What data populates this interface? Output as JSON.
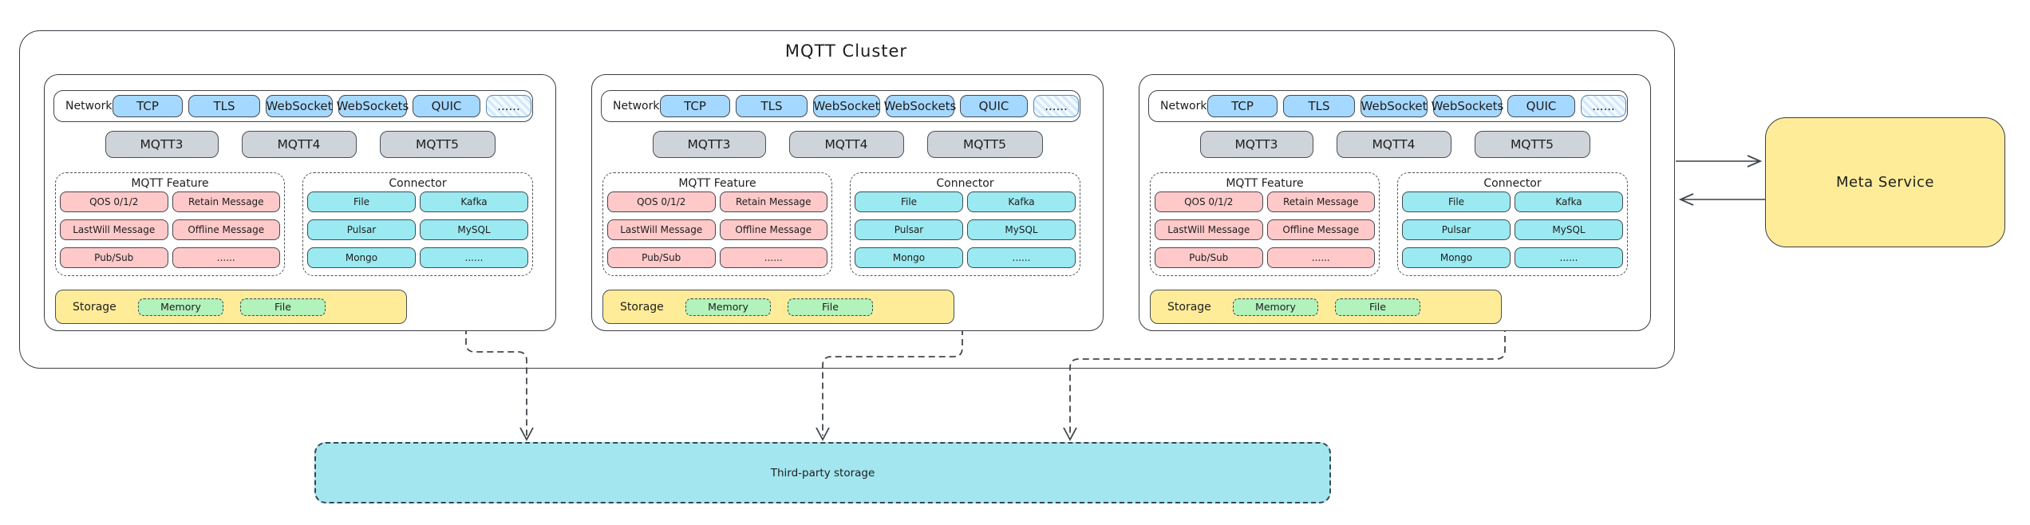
{
  "cluster": {
    "title": "MQTT Cluster",
    "nodes": [
      {
        "network": {
          "label": "Network",
          "protocols": [
            "TCP",
            "TLS",
            "WebSocket",
            "WebSockets",
            "QUIC"
          ],
          "more": "......"
        },
        "versions": [
          "MQTT3",
          "MQTT4",
          "MQTT5"
        ],
        "feature": {
          "title": "MQTT Feature",
          "items": [
            "QOS 0/1/2",
            "Retain Message",
            "LastWill Message",
            "Offline Message",
            "Pub/Sub",
            "......"
          ]
        },
        "connector": {
          "title": "Connector",
          "items": [
            "File",
            "Kafka",
            "Pulsar",
            "MySQL",
            "Mongo",
            "......"
          ]
        },
        "storage": {
          "label": "Storage",
          "items": [
            "Memory",
            "File"
          ]
        }
      },
      {
        "network": {
          "label": "Network",
          "protocols": [
            "TCP",
            "TLS",
            "WebSocket",
            "WebSockets",
            "QUIC"
          ],
          "more": "......"
        },
        "versions": [
          "MQTT3",
          "MQTT4",
          "MQTT5"
        ],
        "feature": {
          "title": "MQTT Feature",
          "items": [
            "QOS 0/1/2",
            "Retain Message",
            "LastWill Message",
            "Offline Message",
            "Pub/Sub",
            "......"
          ]
        },
        "connector": {
          "title": "Connector",
          "items": [
            "File",
            "Kafka",
            "Pulsar",
            "MySQL",
            "Mongo",
            "......"
          ]
        },
        "storage": {
          "label": "Storage",
          "items": [
            "Memory",
            "File"
          ]
        }
      },
      {
        "network": {
          "label": "Network",
          "protocols": [
            "TCP",
            "TLS",
            "WebSocket",
            "WebSockets",
            "QUIC"
          ],
          "more": "......"
        },
        "versions": [
          "MQTT3",
          "MQTT4",
          "MQTT5"
        ],
        "feature": {
          "title": "MQTT Feature",
          "items": [
            "QOS 0/1/2",
            "Retain Message",
            "LastWill Message",
            "Offline Message",
            "Pub/Sub",
            "......"
          ]
        },
        "connector": {
          "title": "Connector",
          "items": [
            "File",
            "Kafka",
            "Pulsar",
            "MySQL",
            "Mongo",
            "......"
          ]
        },
        "storage": {
          "label": "Storage",
          "items": [
            "Memory",
            "File"
          ]
        }
      }
    ]
  },
  "meta_service": {
    "label": "Meta Service"
  },
  "third_party_storage": {
    "label": "Third-party storage"
  },
  "colors": {
    "protocol_blue": "#a5d8ff",
    "version_gray": "#ced4da",
    "feature_pink": "#ffc9c9",
    "connector_cyan": "#9be9f1",
    "storage_yellow": "#ffec99",
    "storage_type_green": "#b2f2bb",
    "third_party_cyan": "#a3e6ef",
    "stroke": "#3a3e43"
  }
}
